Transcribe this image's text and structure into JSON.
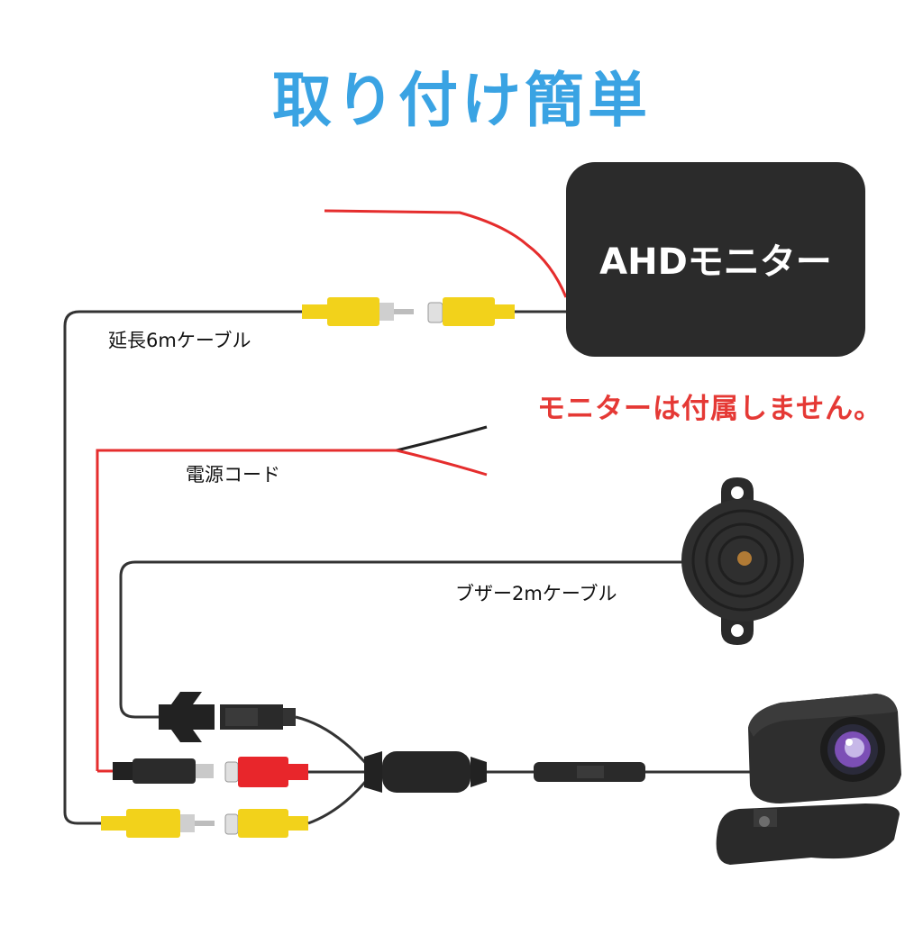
{
  "title": "取り付け簡単",
  "monitor": {
    "label": "AHDモニター"
  },
  "note": "モニターは付属しません。",
  "labels": {
    "extension_cable": "延長6mケーブル",
    "power_cord": "電源コード",
    "buzzer_cable": "ブザー2mケーブル"
  },
  "colors": {
    "title": "#3aa3e3",
    "note": "#e53935",
    "red_wire": "#e52d2d",
    "dark_wire": "#333333",
    "rca_yellow": "#f2d21b",
    "rca_red": "#e8262b"
  }
}
